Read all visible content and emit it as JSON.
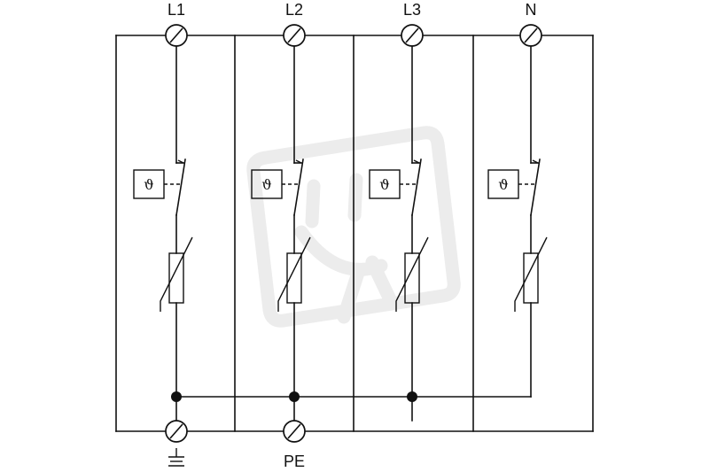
{
  "diagram": {
    "phase_labels": [
      "L1",
      "L2",
      "L3",
      "N"
    ],
    "bottom_labels": {
      "ground_symbol": "earth-ground-icon",
      "pe_label": "PE"
    },
    "thermal_symbol": "ϑ",
    "watermark_icon": "plug-watermark-icon"
  }
}
